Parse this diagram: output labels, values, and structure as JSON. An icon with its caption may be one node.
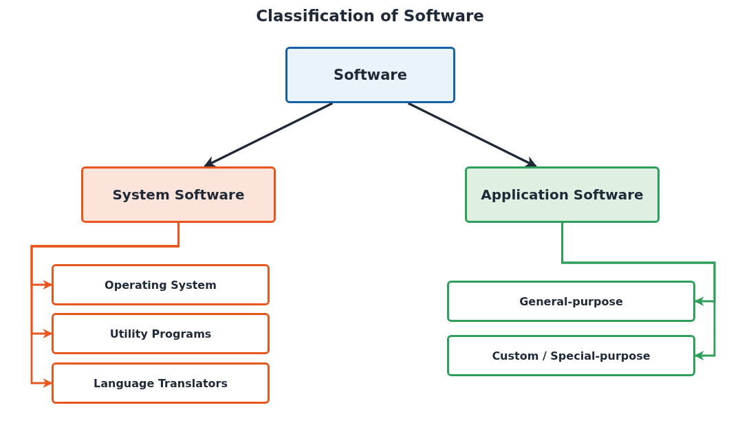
{
  "diagram": {
    "title": "Classification of Software",
    "nodes": [
      {
        "text": [
          "Software"
        ]
      },
      {
        "text": [
          "System Software"
        ]
      },
      {
        "text": [
          "Application Software"
        ]
      },
      {
        "text": [
          "Operating System"
        ]
      },
      {
        "text": [
          "Utility Programs"
        ]
      },
      {
        "text": [
          "Language Translators"
        ]
      },
      {
        "text": [
          "General-purpose"
        ]
      },
      {
        "text": [
          "Custom / Special-purpose"
        ]
      }
    ],
    "edges": [
      {
        "from": 0,
        "to": 1,
        "arrow": "to",
        "color": "#1f2937"
      },
      {
        "from": 0,
        "to": 2,
        "arrow": "to",
        "color": "#1f2937"
      },
      {
        "from": 1,
        "to": 3,
        "arrow": "to",
        "color": "#e8561f"
      },
      {
        "from": 1,
        "to": 4,
        "arrow": "to",
        "color": "#e8561f"
      },
      {
        "from": 1,
        "to": 5,
        "arrow": "to",
        "color": "#e8561f"
      },
      {
        "from": 2,
        "to": 6,
        "arrow": "to",
        "color": "#2e9e5b"
      },
      {
        "from": 2,
        "to": 7,
        "arrow": "to",
        "color": "#2e9e5b"
      }
    ]
  }
}
